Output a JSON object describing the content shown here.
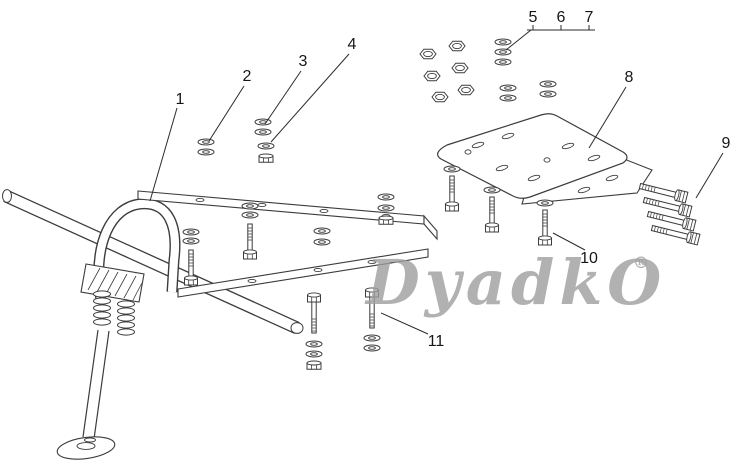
{
  "watermark": {
    "text": "DyadkO",
    "registered": "®",
    "color": "#9e9e9e"
  },
  "callouts": [
    {
      "label": "1"
    },
    {
      "label": "2"
    },
    {
      "label": "3"
    },
    {
      "label": "4"
    },
    {
      "label": "5"
    },
    {
      "label": "6"
    },
    {
      "label": "7"
    },
    {
      "label": "8"
    },
    {
      "label": "9"
    },
    {
      "label": "10"
    },
    {
      "label": "11"
    }
  ],
  "colors": {
    "line": "#3c3c3c",
    "background": "#ffffff"
  }
}
